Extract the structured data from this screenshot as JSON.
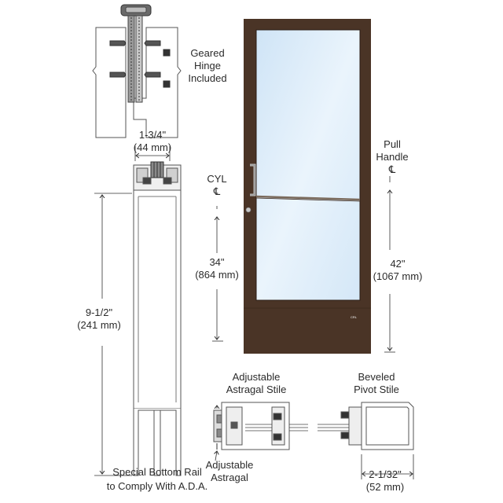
{
  "colors": {
    "frame_bronze": "#4a3426",
    "glass": "#dcebf8",
    "line": "#555555",
    "rail": "#b9b9b9",
    "text": "#2b2b2b"
  },
  "labels": {
    "geared_hinge": [
      "Geared",
      "Hinge",
      "Included"
    ],
    "stile_width": {
      "imperial": "1-3/4\"",
      "metric": "(44 mm)"
    },
    "bottom_rail_height": {
      "imperial": "9-1/2\"",
      "metric": "(241 mm)"
    },
    "special_bottom_rail": [
      "Special Bottom Rail",
      "to Comply With A.D.A."
    ],
    "cyl": [
      "CYL",
      "℄"
    ],
    "cyl_height": {
      "imperial": "34\"",
      "metric": "(864 mm)"
    },
    "pull_handle": [
      "Pull",
      "Handle",
      "℄"
    ],
    "pull_height": {
      "imperial": "42\"",
      "metric": "(1067 mm)"
    },
    "astragal_stile": [
      "Adjustable",
      "Astragal Stile"
    ],
    "astragal": [
      "Adjustable",
      "Astragal"
    ],
    "pivot_stile": [
      "Beveled",
      "Pivot Stile"
    ],
    "pivot_width": {
      "imperial": "2-1/32\"",
      "metric": "(52 mm)"
    },
    "door_badge": "CRL"
  },
  "icons": [
    "geared-hinge-section-icon",
    "door-elevation-icon",
    "bottom-rail-section-icon",
    "astragal-stile-section-icon",
    "pivot-stile-section-icon"
  ]
}
